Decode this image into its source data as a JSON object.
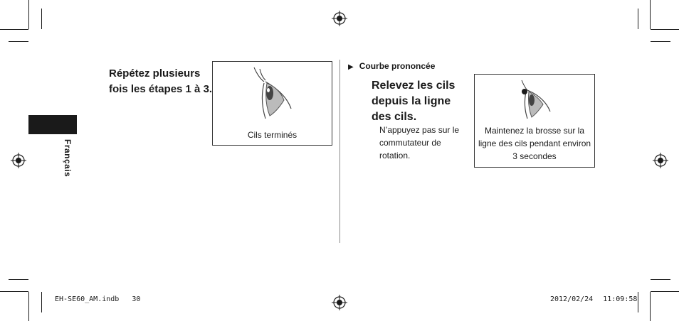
{
  "side_tab": {
    "language": "Français"
  },
  "left_section": {
    "instruction": "Répétez plusieurs fois les étapes 1 à 3.",
    "figure_caption": "Cils terminés"
  },
  "right_section": {
    "subheading_marker": "▶",
    "subheading": "Courbe prononcée",
    "instruction": "Relevez les cils depuis la ligne des cils.",
    "note": "N’appuyez pas sur le commutateur de rotation.",
    "figure_caption": "Maintenez la brosse sur la ligne des cils pendant environ 3 secondes"
  },
  "footer": {
    "file": "EH-SE60_AM.indb",
    "page": "30",
    "date": "2012/02/24",
    "time": "11:09:58"
  }
}
